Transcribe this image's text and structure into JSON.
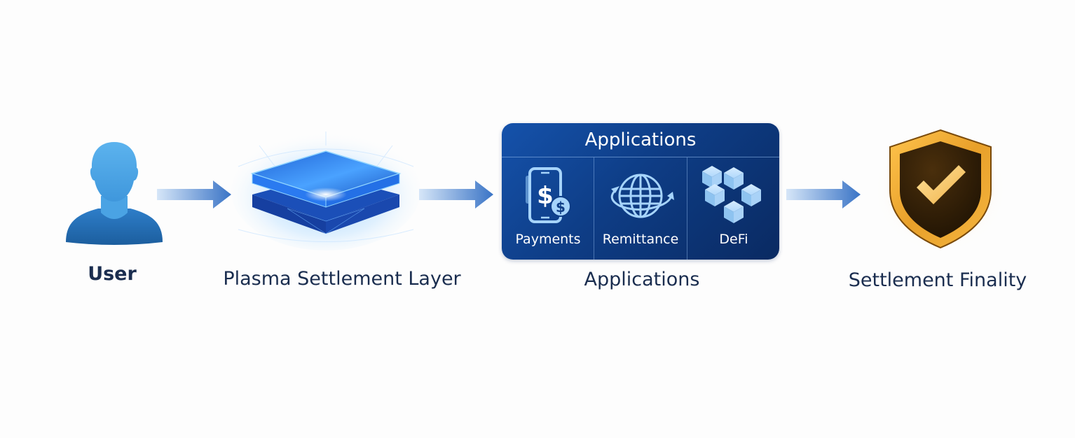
{
  "diagram": {
    "nodes": [
      {
        "id": "user",
        "label": "User",
        "icon": "user-silhouette-icon"
      },
      {
        "id": "plasma",
        "label": "Plasma Settlement Layer",
        "icon": "stacked-layers-icon"
      },
      {
        "id": "applications",
        "label": "Applications",
        "icon": "applications-card"
      },
      {
        "id": "finality",
        "label": "Settlement Finality",
        "icon": "shield-check-icon"
      }
    ],
    "edges": [
      {
        "from": "user",
        "to": "plasma"
      },
      {
        "from": "plasma",
        "to": "applications"
      },
      {
        "from": "applications",
        "to": "finality"
      }
    ],
    "applications_card": {
      "title": "Applications",
      "items": [
        {
          "label": "Payments",
          "icon": "mobile-payment-icon"
        },
        {
          "label": "Remittance",
          "icon": "globe-transfer-icon"
        },
        {
          "label": "DeFi",
          "icon": "blocks-icon"
        }
      ]
    }
  },
  "colors": {
    "background": "#fdfdfd",
    "label_text": "#1a2d4f",
    "arrow": "#3e78c8",
    "card": "#0e3d86",
    "layer": "#1e6fe0",
    "shield_gold": "#f0a830",
    "shield_dark": "#2b1a07",
    "user": "#3a8fd8"
  }
}
